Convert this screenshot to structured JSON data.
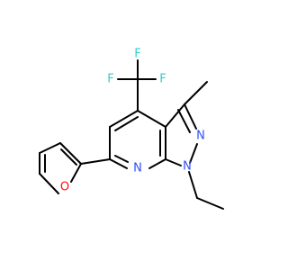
{
  "molecule": {
    "atoms": {
      "f_top": {
        "symbol": "F",
        "color": "#33cccc"
      },
      "f_left": {
        "symbol": "F",
        "color": "#33cccc"
      },
      "f_right": {
        "symbol": "F",
        "color": "#33cccc"
      },
      "n_pyridine": {
        "symbol": "N",
        "color": "#3050f8"
      },
      "n_pyrazole_2": {
        "symbol": "N",
        "color": "#3050f8"
      },
      "n_pyrazole_1": {
        "symbol": "N",
        "color": "#3050f8"
      },
      "o_furan": {
        "symbol": "O",
        "color": "#ff0d0d"
      }
    }
  }
}
